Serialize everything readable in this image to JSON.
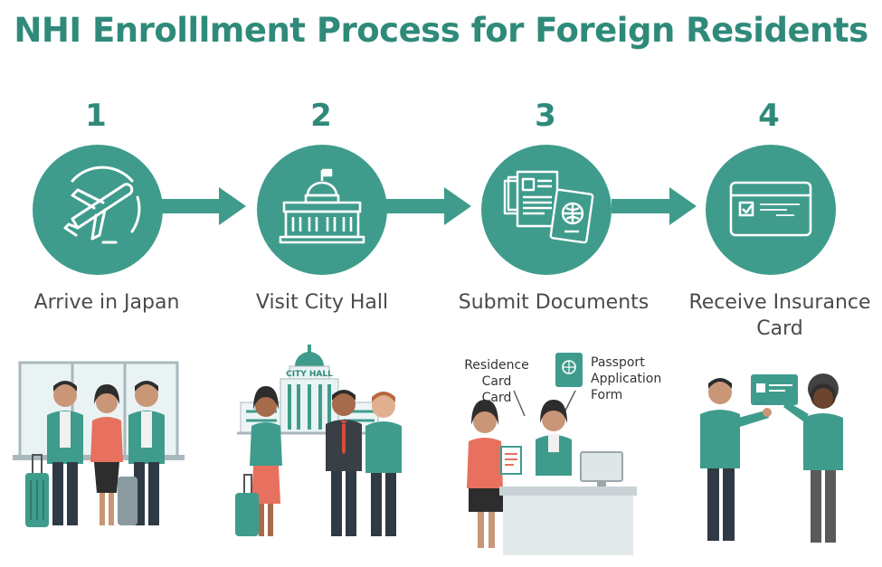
{
  "title": "NHI Enrolllment Process for Foreign Residents",
  "steps": [
    {
      "number": "1",
      "label": "Arrive in Japan",
      "icon": "airplane-icon"
    },
    {
      "number": "2",
      "label": "Visit City Hall",
      "icon": "city-hall-icon"
    },
    {
      "number": "3",
      "label": "Submit Documents",
      "icon": "documents-passport-icon"
    },
    {
      "number": "4",
      "label": "Receive Insurance\nCard",
      "icon": "insurance-card-icon"
    }
  ],
  "scene2": {
    "building_sign": "CITY HALL"
  },
  "scene3": {
    "label_residence": "Residence Card\nCard",
    "label_passport": "Passport\nApplication\nForm"
  },
  "colors": {
    "teal": "#3f9c8c",
    "title": "#2f8a7a"
  }
}
